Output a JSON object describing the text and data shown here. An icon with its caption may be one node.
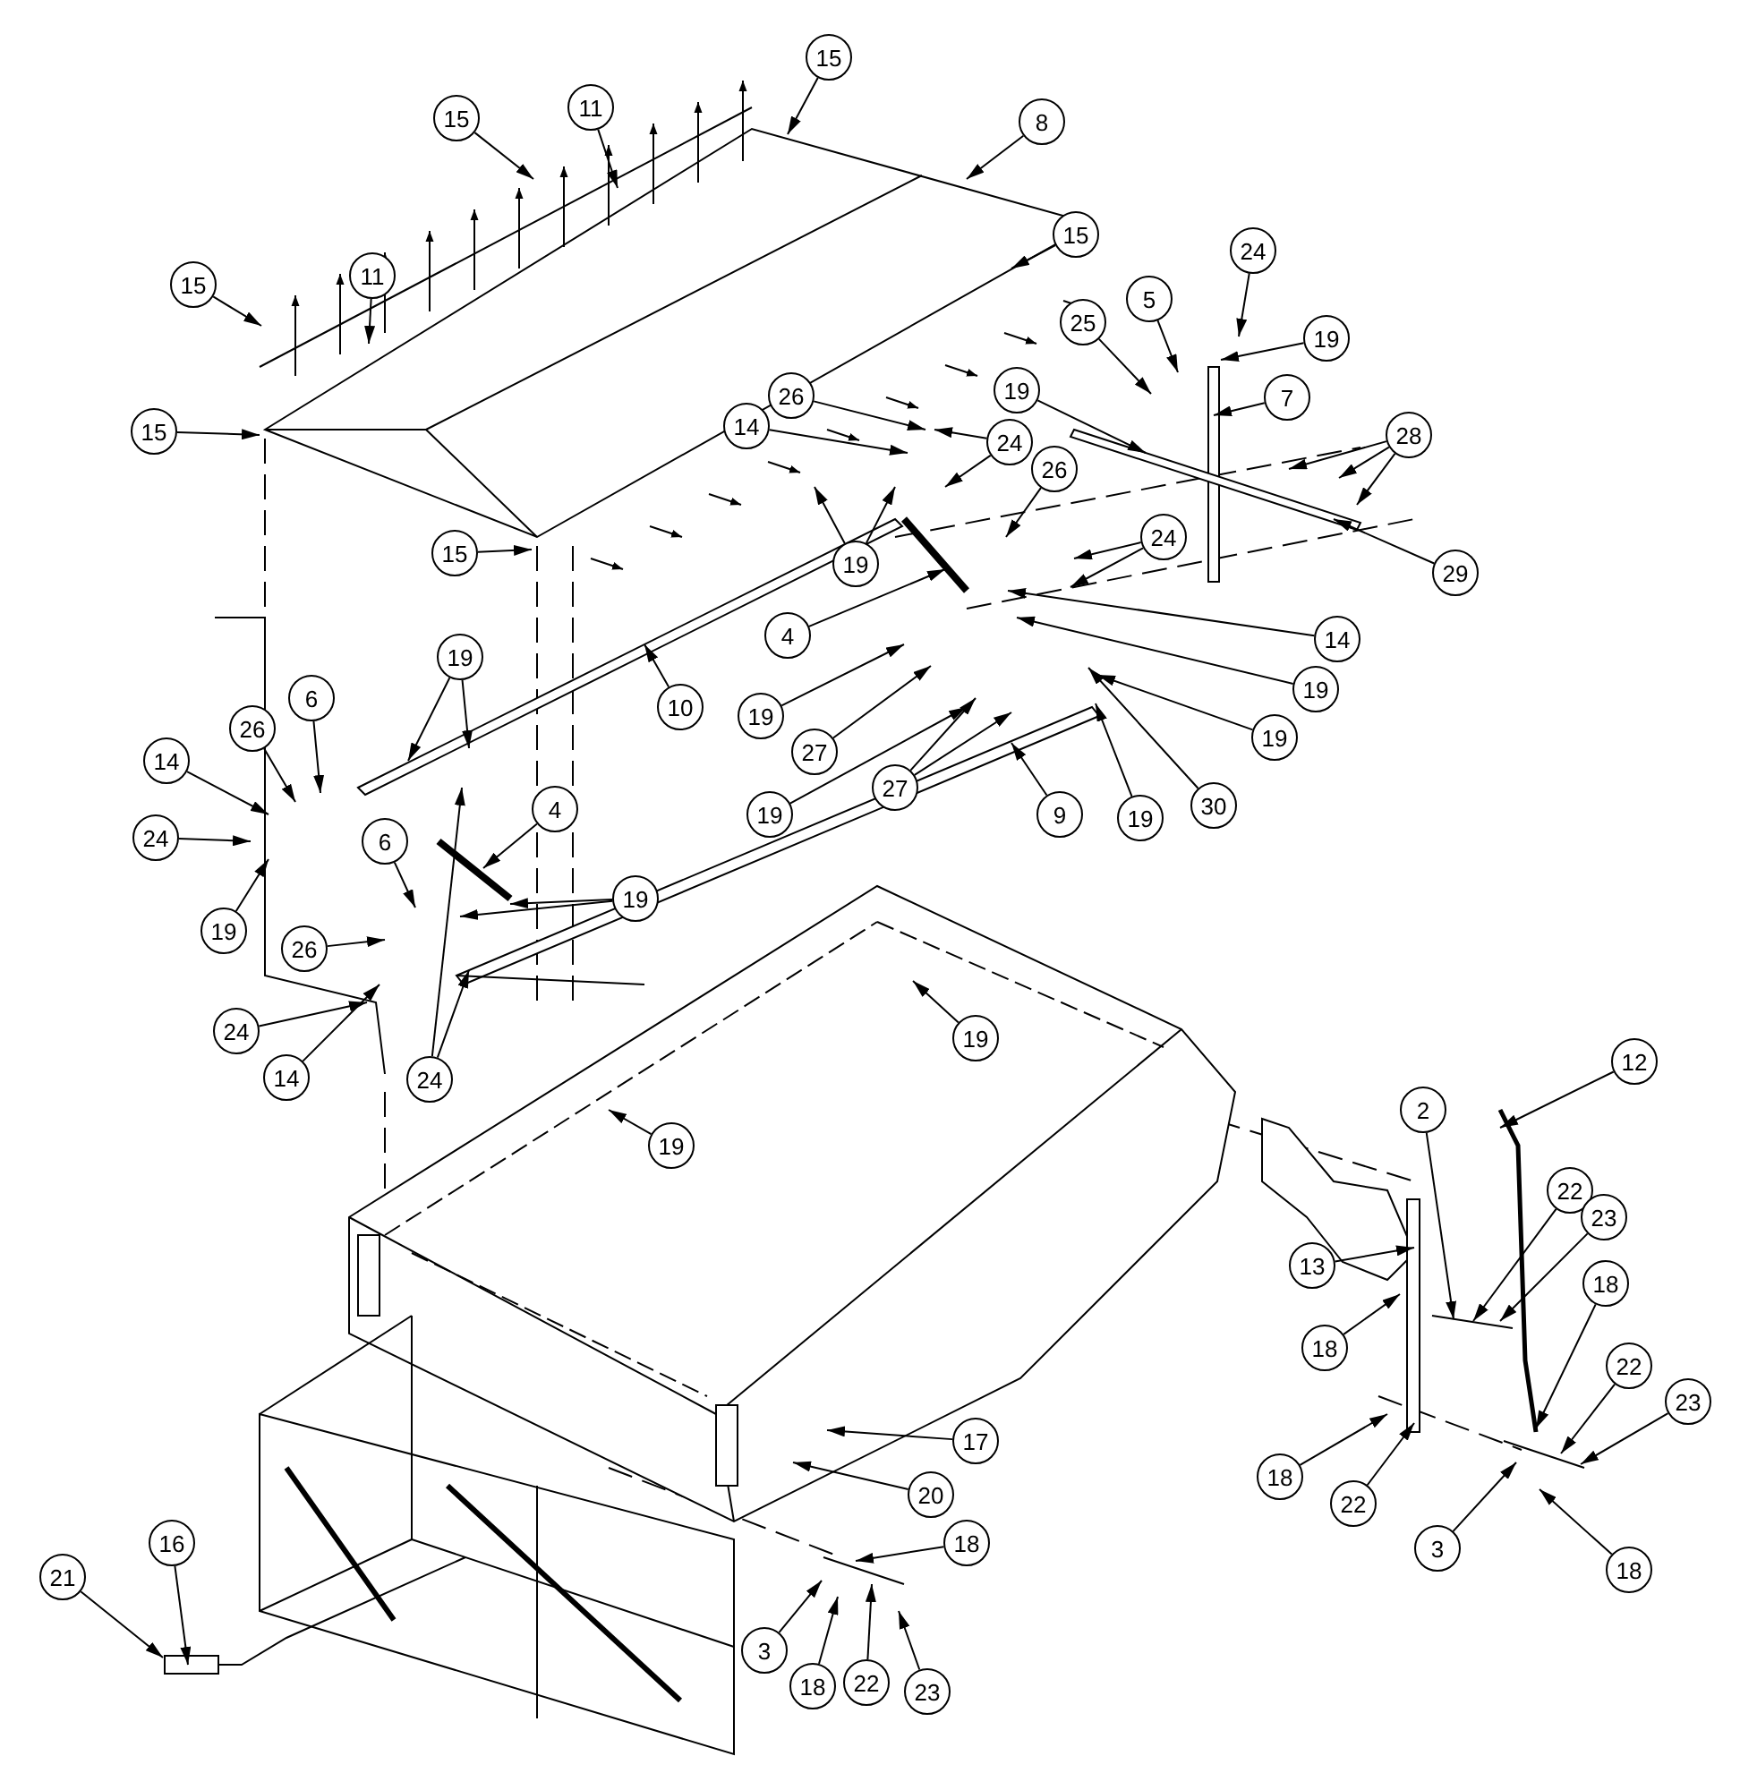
{
  "diagram": {
    "nodes": [
      {
        "text": [
          "15"
        ]
      },
      {
        "text": [
          "11"
        ]
      },
      {
        "text": [
          "15"
        ]
      },
      {
        "text": [
          "8"
        ]
      },
      {
        "text": [
          "15"
        ]
      },
      {
        "text": [
          "24"
        ]
      },
      {
        "text": [
          "11"
        ]
      },
      {
        "text": [
          "15"
        ]
      },
      {
        "text": [
          "5"
        ]
      },
      {
        "text": [
          "19"
        ]
      },
      {
        "text": [
          "25"
        ]
      },
      {
        "text": [
          "19"
        ]
      },
      {
        "text": [
          "7"
        ]
      },
      {
        "text": [
          "26"
        ]
      },
      {
        "text": [
          "14"
        ]
      },
      {
        "text": [
          "24"
        ]
      },
      {
        "text": [
          "15"
        ]
      },
      {
        "text": [
          "28"
        ]
      },
      {
        "text": [
          "15"
        ]
      },
      {
        "text": [
          "26"
        ]
      },
      {
        "text": [
          "24"
        ]
      },
      {
        "text": [
          "19"
        ]
      },
      {
        "text": [
          "29"
        ]
      },
      {
        "text": [
          "14"
        ]
      },
      {
        "text": [
          "19"
        ]
      },
      {
        "text": [
          "4"
        ]
      },
      {
        "text": [
          "19"
        ]
      },
      {
        "text": [
          "6"
        ]
      },
      {
        "text": [
          "10"
        ]
      },
      {
        "text": [
          "26"
        ]
      },
      {
        "text": [
          "27"
        ]
      },
      {
        "text": [
          "19"
        ]
      },
      {
        "text": [
          "19"
        ]
      },
      {
        "text": [
          "27"
        ]
      },
      {
        "text": [
          "14"
        ]
      },
      {
        "text": [
          "19"
        ]
      },
      {
        "text": [
          "30"
        ]
      },
      {
        "text": [
          "4"
        ]
      },
      {
        "text": [
          "9"
        ]
      },
      {
        "text": [
          "19"
        ]
      },
      {
        "text": [
          "24"
        ]
      },
      {
        "text": [
          "6"
        ]
      },
      {
        "text": [
          "19"
        ]
      },
      {
        "text": [
          "19"
        ]
      },
      {
        "text": [
          "26"
        ]
      },
      {
        "text": [
          "24"
        ]
      },
      {
        "text": [
          "19"
        ]
      },
      {
        "text": [
          "14"
        ]
      },
      {
        "text": [
          "24"
        ]
      },
      {
        "text": [
          "12"
        ]
      },
      {
        "text": [
          "2"
        ]
      },
      {
        "text": [
          "19"
        ]
      },
      {
        "text": [
          "22"
        ]
      },
      {
        "text": [
          "23"
        ]
      },
      {
        "text": [
          "13"
        ]
      },
      {
        "text": [
          "18"
        ]
      },
      {
        "text": [
          "18"
        ]
      },
      {
        "text": [
          "22"
        ]
      },
      {
        "text": [
          "23"
        ]
      },
      {
        "text": [
          "17"
        ]
      },
      {
        "text": [
          "18"
        ]
      },
      {
        "text": [
          "22"
        ]
      },
      {
        "text": [
          "20"
        ]
      },
      {
        "text": [
          "21"
        ]
      },
      {
        "text": [
          "16"
        ]
      },
      {
        "text": [
          "3"
        ]
      },
      {
        "text": [
          "18"
        ]
      },
      {
        "text": [
          "18"
        ]
      },
      {
        "text": [
          "3"
        ]
      },
      {
        "text": [
          "23"
        ]
      },
      {
        "text": [
          "22"
        ]
      },
      {
        "text": [
          "18"
        ]
      }
    ],
    "edges": [
      {
        "from": 0,
        "to": null,
        "arrow": "to"
      },
      {
        "from": 1,
        "to": null,
        "arrow": "to"
      },
      {
        "from": 2,
        "to": null,
        "arrow": "to"
      },
      {
        "from": 3,
        "to": null,
        "arrow": "to"
      },
      {
        "from": 4,
        "to": null,
        "arrow": "to"
      },
      {
        "from": 5,
        "to": null,
        "arrow": "to"
      },
      {
        "from": 6,
        "to": null,
        "arrow": "to"
      },
      {
        "from": 7,
        "to": null,
        "arrow": "to"
      },
      {
        "from": 8,
        "to": null,
        "arrow": "to"
      },
      {
        "from": 9,
        "to": null,
        "arrow": "to"
      },
      {
        "from": 10,
        "to": null,
        "arrow": "to"
      },
      {
        "from": 11,
        "to": null,
        "arrow": "to"
      },
      {
        "from": 12,
        "to": null,
        "arrow": "to"
      },
      {
        "from": 13,
        "to": null,
        "arrow": "to"
      },
      {
        "from": 14,
        "to": null,
        "arrow": "to"
      },
      {
        "from": 15,
        "to": null,
        "arrow": "to"
      },
      {
        "from": 15,
        "to": null,
        "arrow": "to"
      },
      {
        "from": 16,
        "to": null,
        "arrow": "to"
      },
      {
        "from": 17,
        "to": null,
        "arrow": "to"
      },
      {
        "from": 17,
        "to": null,
        "arrow": "to"
      },
      {
        "from": 17,
        "to": null,
        "arrow": "to"
      },
      {
        "from": 18,
        "to": null,
        "arrow": "to"
      },
      {
        "from": 19,
        "to": null,
        "arrow": "to"
      },
      {
        "from": 20,
        "to": null,
        "arrow": "to"
      },
      {
        "from": 20,
        "to": null,
        "arrow": "to"
      },
      {
        "from": 21,
        "to": null,
        "arrow": "to"
      },
      {
        "from": 21,
        "to": null,
        "arrow": "to"
      },
      {
        "from": 22,
        "to": null,
        "arrow": "to"
      },
      {
        "from": 23,
        "to": null,
        "arrow": "to"
      },
      {
        "from": 24,
        "to": null,
        "arrow": "to"
      },
      {
        "from": 24,
        "to": null,
        "arrow": "to"
      },
      {
        "from": 25,
        "to": null,
        "arrow": "to"
      },
      {
        "from": 26,
        "to": null,
        "arrow": "to"
      },
      {
        "from": 27,
        "to": null,
        "arrow": "to"
      },
      {
        "from": 28,
        "to": null,
        "arrow": "to"
      },
      {
        "from": 29,
        "to": null,
        "arrow": "to"
      },
      {
        "from": 30,
        "to": null,
        "arrow": "to"
      },
      {
        "from": 31,
        "to": null,
        "arrow": "to"
      },
      {
        "from": 32,
        "to": null,
        "arrow": "to"
      },
      {
        "from": 33,
        "to": null,
        "arrow": "to"
      },
      {
        "from": 33,
        "to": null,
        "arrow": "to"
      },
      {
        "from": 34,
        "to": null,
        "arrow": "to"
      },
      {
        "from": 35,
        "to": null,
        "arrow": "to"
      },
      {
        "from": 36,
        "to": null,
        "arrow": "to"
      },
      {
        "from": 37,
        "to": null,
        "arrow": "to"
      },
      {
        "from": 38,
        "to": null,
        "arrow": "to"
      },
      {
        "from": 39,
        "to": null,
        "arrow": "to"
      },
      {
        "from": 40,
        "to": null,
        "arrow": "to"
      },
      {
        "from": 41,
        "to": null,
        "arrow": "to"
      },
      {
        "from": 42,
        "to": null,
        "arrow": "to"
      },
      {
        "from": 43,
        "to": null,
        "arrow": "to"
      },
      {
        "from": 43,
        "to": null,
        "arrow": "to"
      },
      {
        "from": 44,
        "to": null,
        "arrow": "to"
      },
      {
        "from": 45,
        "to": null,
        "arrow": "to"
      },
      {
        "from": 46,
        "to": null,
        "arrow": "to"
      },
      {
        "from": 47,
        "to": null,
        "arrow": "to"
      },
      {
        "from": 48,
        "to": null,
        "arrow": "to"
      },
      {
        "from": 48,
        "to": null,
        "arrow": "to"
      },
      {
        "from": 49,
        "to": null,
        "arrow": "to"
      },
      {
        "from": 50,
        "to": null,
        "arrow": "to"
      },
      {
        "from": 51,
        "to": null,
        "arrow": "to"
      },
      {
        "from": 52,
        "to": null,
        "arrow": "to"
      },
      {
        "from": 53,
        "to": null,
        "arrow": "to"
      },
      {
        "from": 54,
        "to": null,
        "arrow": "to"
      },
      {
        "from": 55,
        "to": null,
        "arrow": "to"
      },
      {
        "from": 56,
        "to": null,
        "arrow": "to"
      },
      {
        "from": 57,
        "to": null,
        "arrow": "to"
      },
      {
        "from": 58,
        "to": null,
        "arrow": "to"
      },
      {
        "from": 59,
        "to": null,
        "arrow": "to"
      },
      {
        "from": 60,
        "to": null,
        "arrow": "to"
      },
      {
        "from": 61,
        "to": null,
        "arrow": "to"
      },
      {
        "from": 62,
        "to": null,
        "arrow": "to"
      },
      {
        "from": 63,
        "to": null,
        "arrow": "to"
      },
      {
        "from": 64,
        "to": null,
        "arrow": "to"
      },
      {
        "from": 65,
        "to": null,
        "arrow": "to"
      },
      {
        "from": 66,
        "to": null,
        "arrow": "to"
      },
      {
        "from": 67,
        "to": null,
        "arrow": "to"
      },
      {
        "from": 68,
        "to": null,
        "arrow": "to"
      },
      {
        "from": 69,
        "to": null,
        "arrow": "to"
      },
      {
        "from": 70,
        "to": null,
        "arrow": "to"
      },
      {
        "from": 71,
        "to": null,
        "arrow": "to"
      }
    ]
  }
}
